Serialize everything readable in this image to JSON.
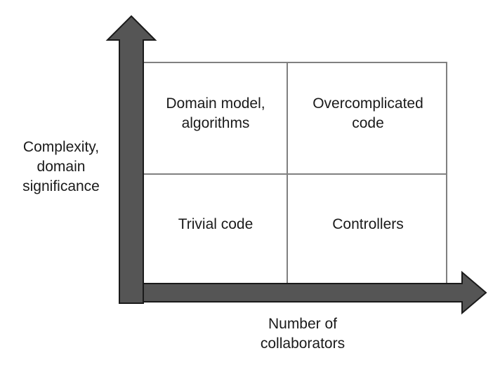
{
  "diagram": {
    "type": "2x2-quadrant-matrix",
    "axes": {
      "y": {
        "label": "Complexity,\ndomain\nsignificance",
        "icon": "up-arrow-icon"
      },
      "x": {
        "label": "Number of\ncollaborators",
        "icon": "right-arrow-icon"
      }
    },
    "quadrants": {
      "top_left": "Domain model,\nalgorithms",
      "top_right": "Overcomplicated\ncode",
      "bottom_left": "Trivial code",
      "bottom_right": "Controllers"
    }
  },
  "colors": {
    "arrow_fill": "#555555",
    "arrow_stroke": "#1a1a1a",
    "grid_line": "#808080",
    "text": "#1a1a1a",
    "background": "#ffffff"
  }
}
